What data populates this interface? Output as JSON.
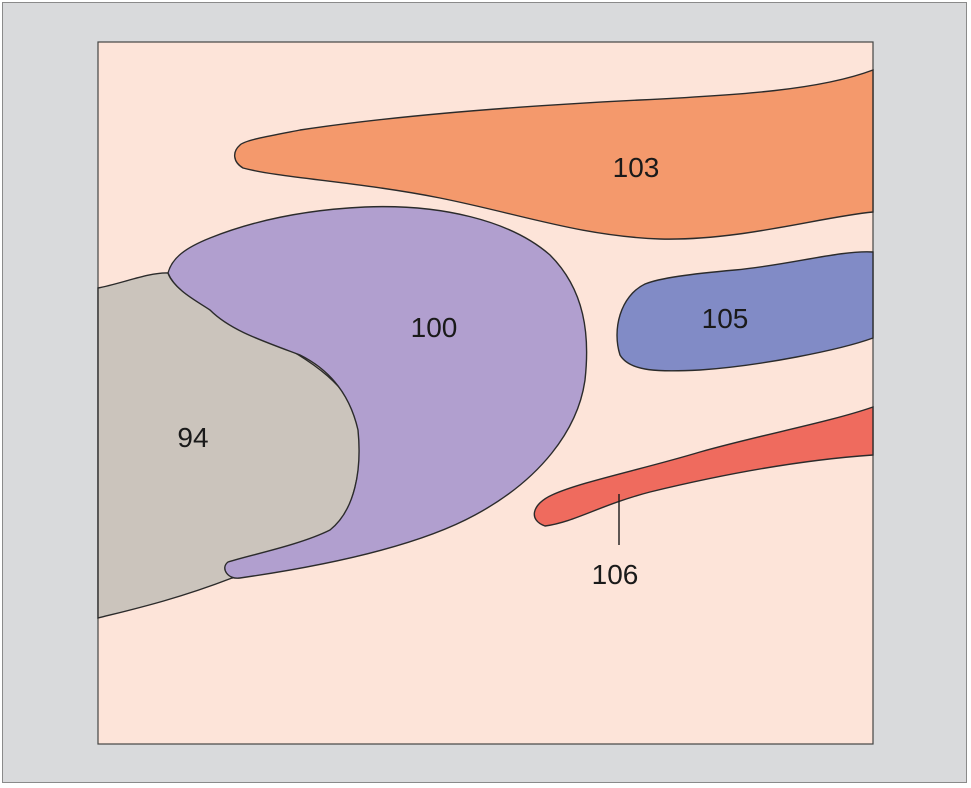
{
  "diagram": {
    "colors": {
      "outer_frame": "#d9dadc",
      "panel": "#fde4d9",
      "structure_94": "#cbc4bc",
      "structure_100": "#b19fcf",
      "structure_103": "#f4996c",
      "structure_105": "#818bc6",
      "structure_106": "#ef6b5e"
    },
    "labels": {
      "s94": "94",
      "s100": "100",
      "s103": "103",
      "s105": "105",
      "s106": "106"
    }
  }
}
